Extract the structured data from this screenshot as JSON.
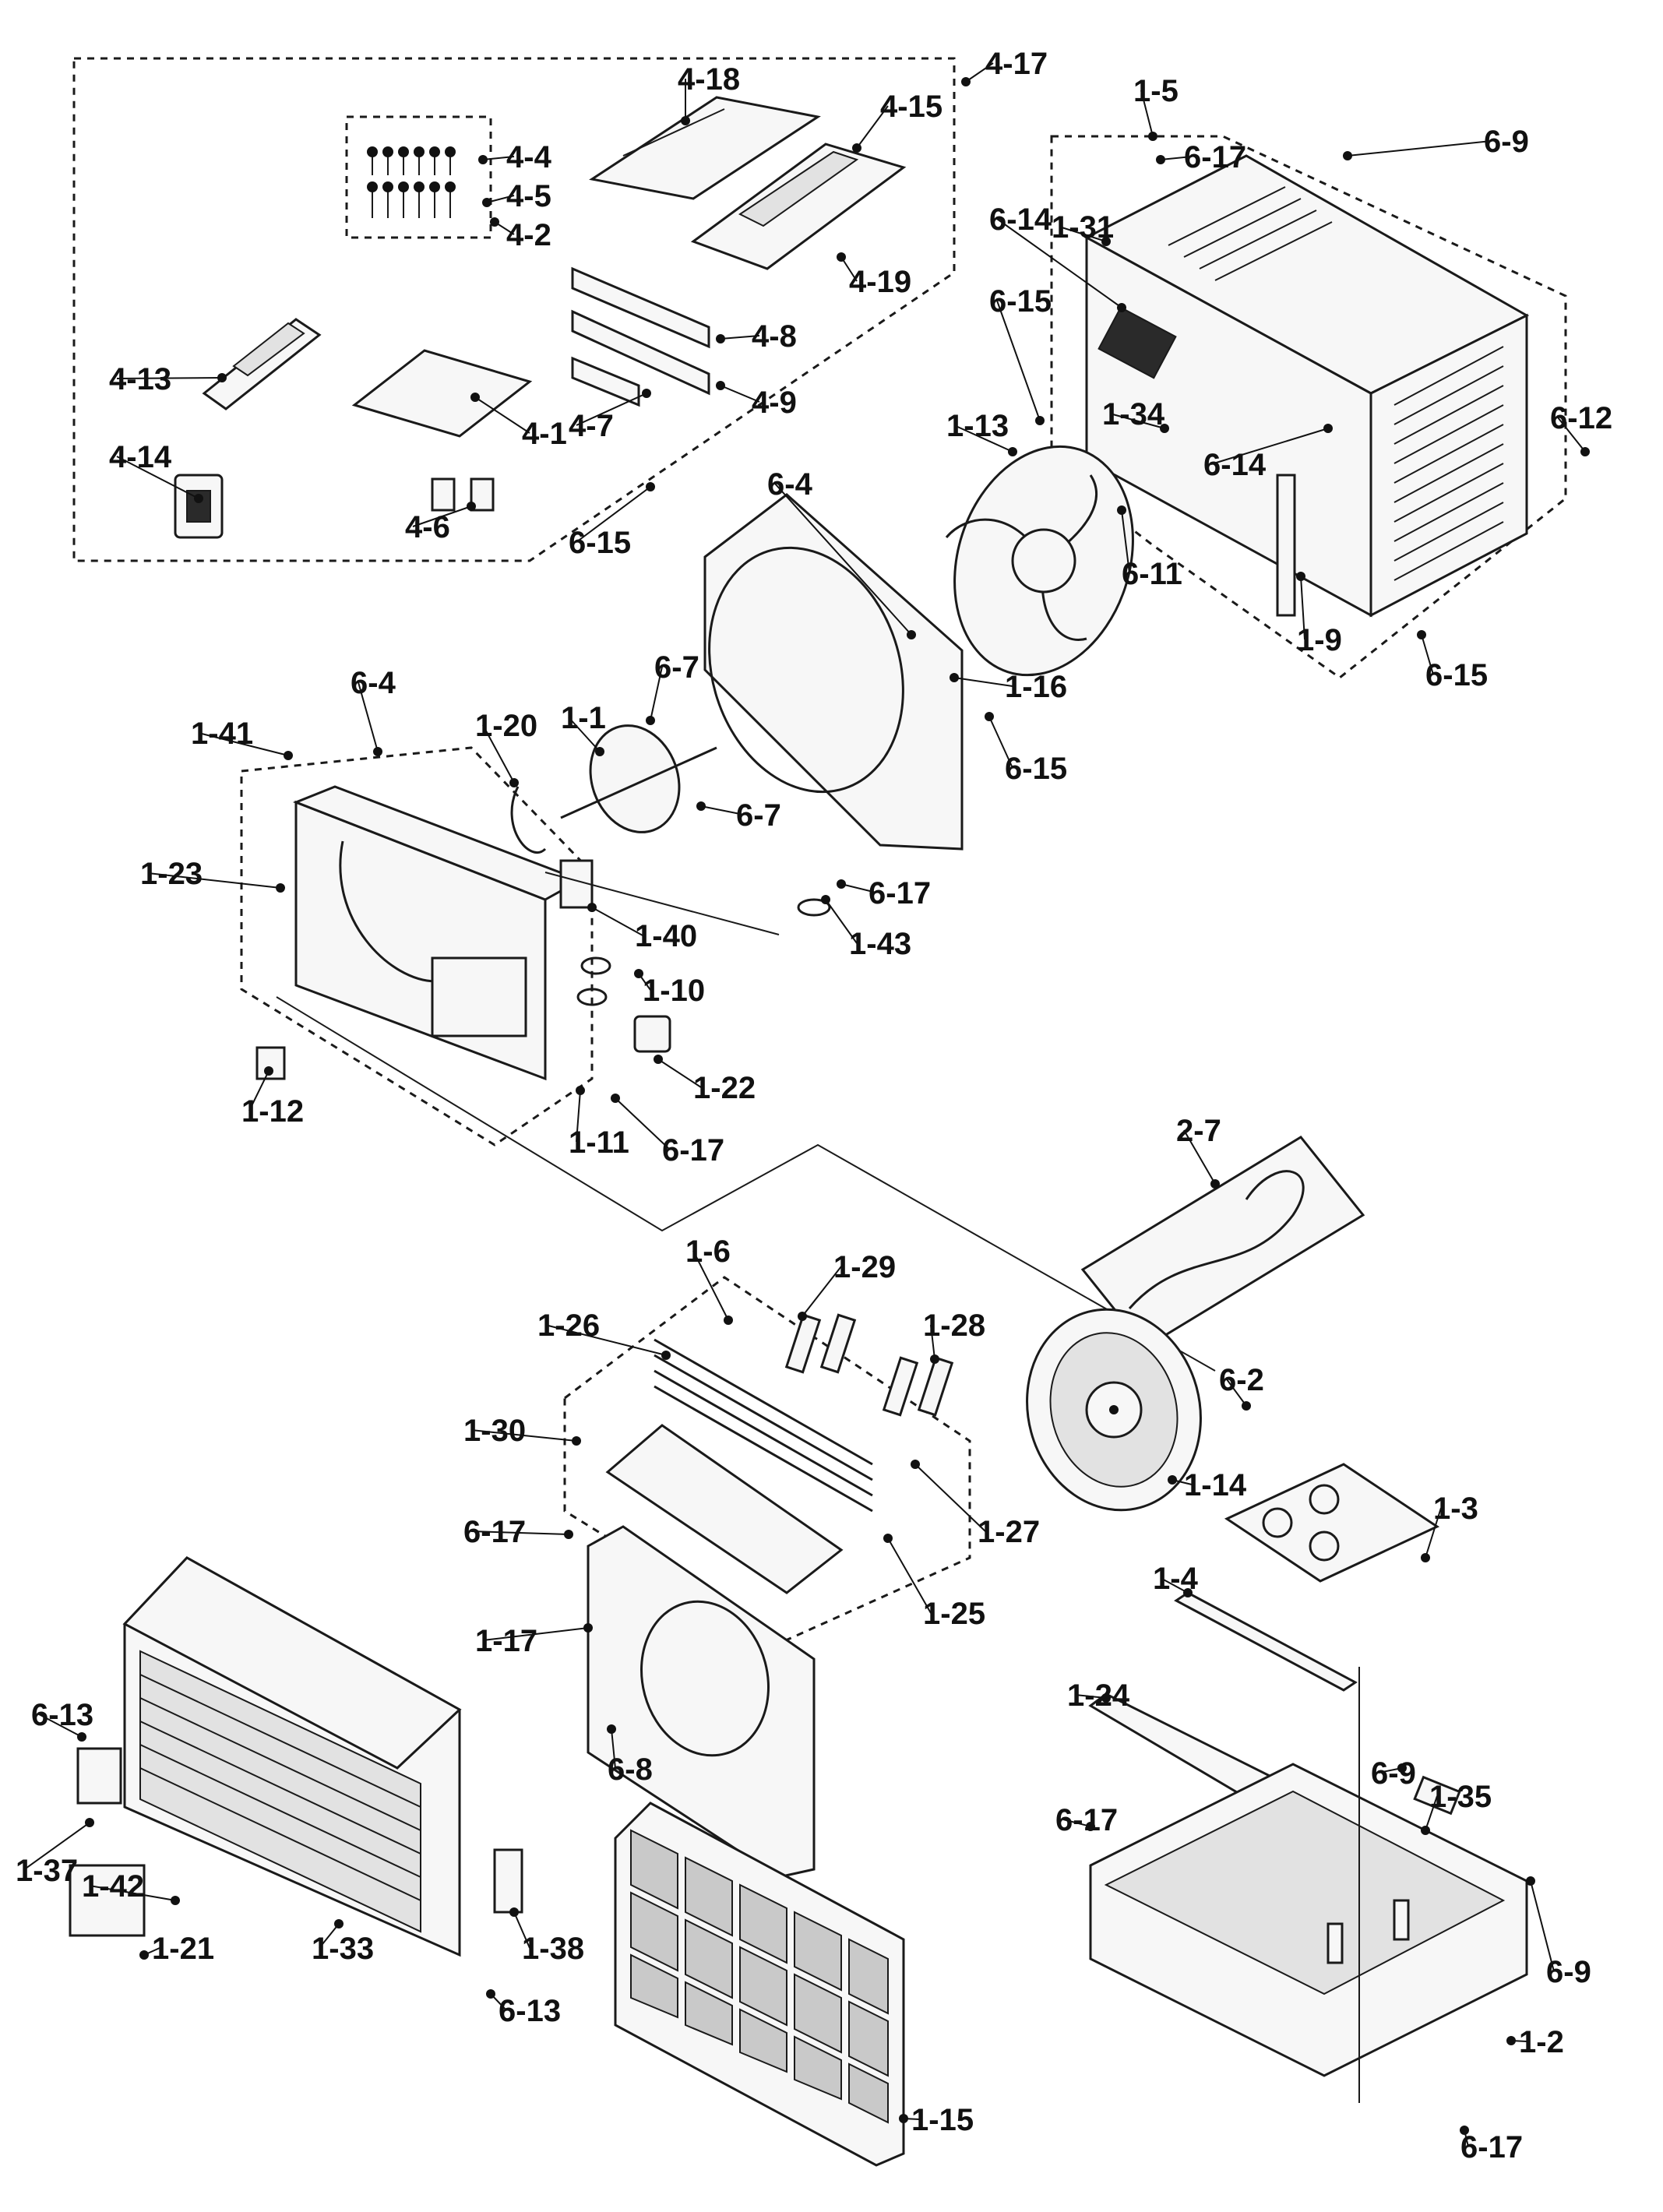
{
  "labels": [
    "4-17",
    "4-18",
    "4-15",
    "4-4",
    "4-5",
    "4-2",
    "4-19",
    "4-8",
    "4-9",
    "4-7",
    "4-1",
    "4-13",
    "4-14",
    "4-6",
    "1-5",
    "6-9",
    "6-17",
    "1-31",
    "6-14",
    "6-15",
    "1-34",
    "6-14",
    "6-12",
    "1-13",
    "6-11",
    "1-9",
    "6-15",
    "6-15",
    "6-4",
    "1-16",
    "6-15",
    "6-7",
    "1-1",
    "6-7",
    "1-20",
    "6-4",
    "1-41",
    "1-23",
    "1-40",
    "6-17",
    "1-43",
    "1-10",
    "1-22",
    "1-12",
    "1-11",
    "6-17",
    "2-7",
    "1-6",
    "1-29",
    "1-26",
    "1-28",
    "6-2",
    "1-30",
    "1-27",
    "1-14",
    "6-17",
    "1-25",
    "1-17",
    "1-3",
    "1-4",
    "1-24",
    "6-8",
    "6-13",
    "1-37",
    "1-42",
    "1-21",
    "1-33",
    "1-38",
    "6-13",
    "6-9",
    "6-17",
    "1-35",
    "6-9",
    "1-15",
    "1-2",
    "6-17"
  ]
}
